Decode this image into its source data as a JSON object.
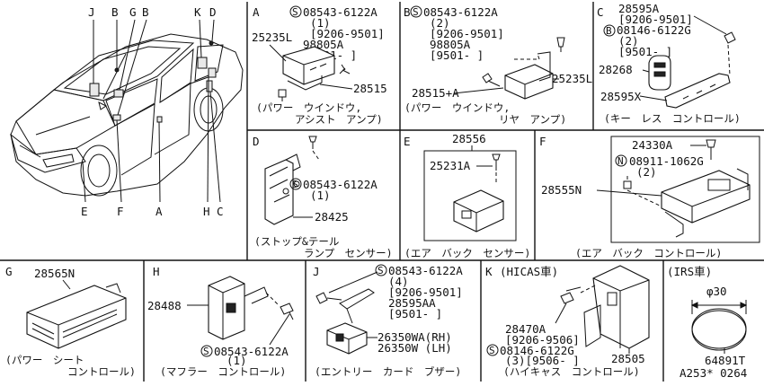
{
  "panels": {
    "A": {
      "letter": "A",
      "p1_code": "08543-6122A",
      "p1_qty": "(1)",
      "p1_date": "[9206-9501]",
      "p2_code": "98805A",
      "p2_date": "[9501-    ]",
      "part_box": "25235L",
      "part_lead": "28515",
      "caption1": "(パワー　ウインドウ,",
      "caption2": "アシスト　アンプ)"
    },
    "B": {
      "letter": "B",
      "p1_code": "08543-6122A",
      "p1_qty": "(2)",
      "p1_date": "[9206-9501]",
      "p2_code": "98805A",
      "p2_date": "[9501-    ]",
      "part_box": "25235L",
      "part_lead": "28515+A",
      "caption1": "(パワー　ウインドウ,",
      "caption2": "リヤ　アンプ)"
    },
    "C": {
      "letter": "C",
      "p1_code": "28595A",
      "p1_date": "[9206-9501]",
      "p2_code": "08146-6122G",
      "p2_qty": "(2)",
      "p2_date": "[9501-    ]",
      "part_fob": "28268",
      "part_unit": "28595X",
      "caption": "(キー　レス　コントロール)"
    },
    "D": {
      "letter": "D",
      "p1_code": "08543-6122A",
      "p1_qty": "(1)",
      "part": "28425",
      "caption1": "(ストップ&テール",
      "caption2": "ランプ　センサー)"
    },
    "E": {
      "letter": "E",
      "part_top": "28556",
      "part_screw": "25231A",
      "caption": "(エア　バック　センサー)"
    },
    "F": {
      "letter": "F",
      "part_screw": "24330A",
      "p1_code": "08911-1062G",
      "p1_qty": "(2)",
      "part_unit": "28555N",
      "caption": "(エア　バック　コントロール)"
    },
    "G": {
      "letter": "G",
      "part": "28565N",
      "caption1": "(パワー　シート",
      "caption2": "コントロール)"
    },
    "H": {
      "letter": "H",
      "part": "28488",
      "p1_code": "08543-6122A",
      "p1_qty": "(1)",
      "caption": "(マフラー　コントロール)"
    },
    "J": {
      "letter": "J",
      "p1_code": "08543-6122A",
      "p1_qty": "(4)",
      "p1_date": "[9206-9501]",
      "p2_code": "28595AA",
      "p2_date": "[9501-    ]",
      "part_rh": "26350WA(RH)",
      "part_lh": "26350W (LH)",
      "caption": "(エントリー　カード　ブザー)"
    },
    "K": {
      "letter": "K",
      "header": "(HICAS車)",
      "p1_code": "28470A",
      "p1_date": "[9206-9506]",
      "p2_code": "08146-6122G",
      "p2_qty": "(3)[9506-   ]",
      "part_unit": "28505",
      "caption": "(ハイキャス　コントロール)"
    },
    "IRS": {
      "header": "(IRS車)",
      "dim": "φ30",
      "part": "64891T",
      "ref": "A253* 0264"
    }
  },
  "car_labels": {
    "top": [
      "J",
      "B",
      "G",
      "B",
      "K",
      "D"
    ],
    "bottom": [
      "E",
      "F",
      "A",
      "H",
      "C"
    ]
  },
  "symbols": {
    "S": "S",
    "B": "B",
    "N": "N"
  }
}
